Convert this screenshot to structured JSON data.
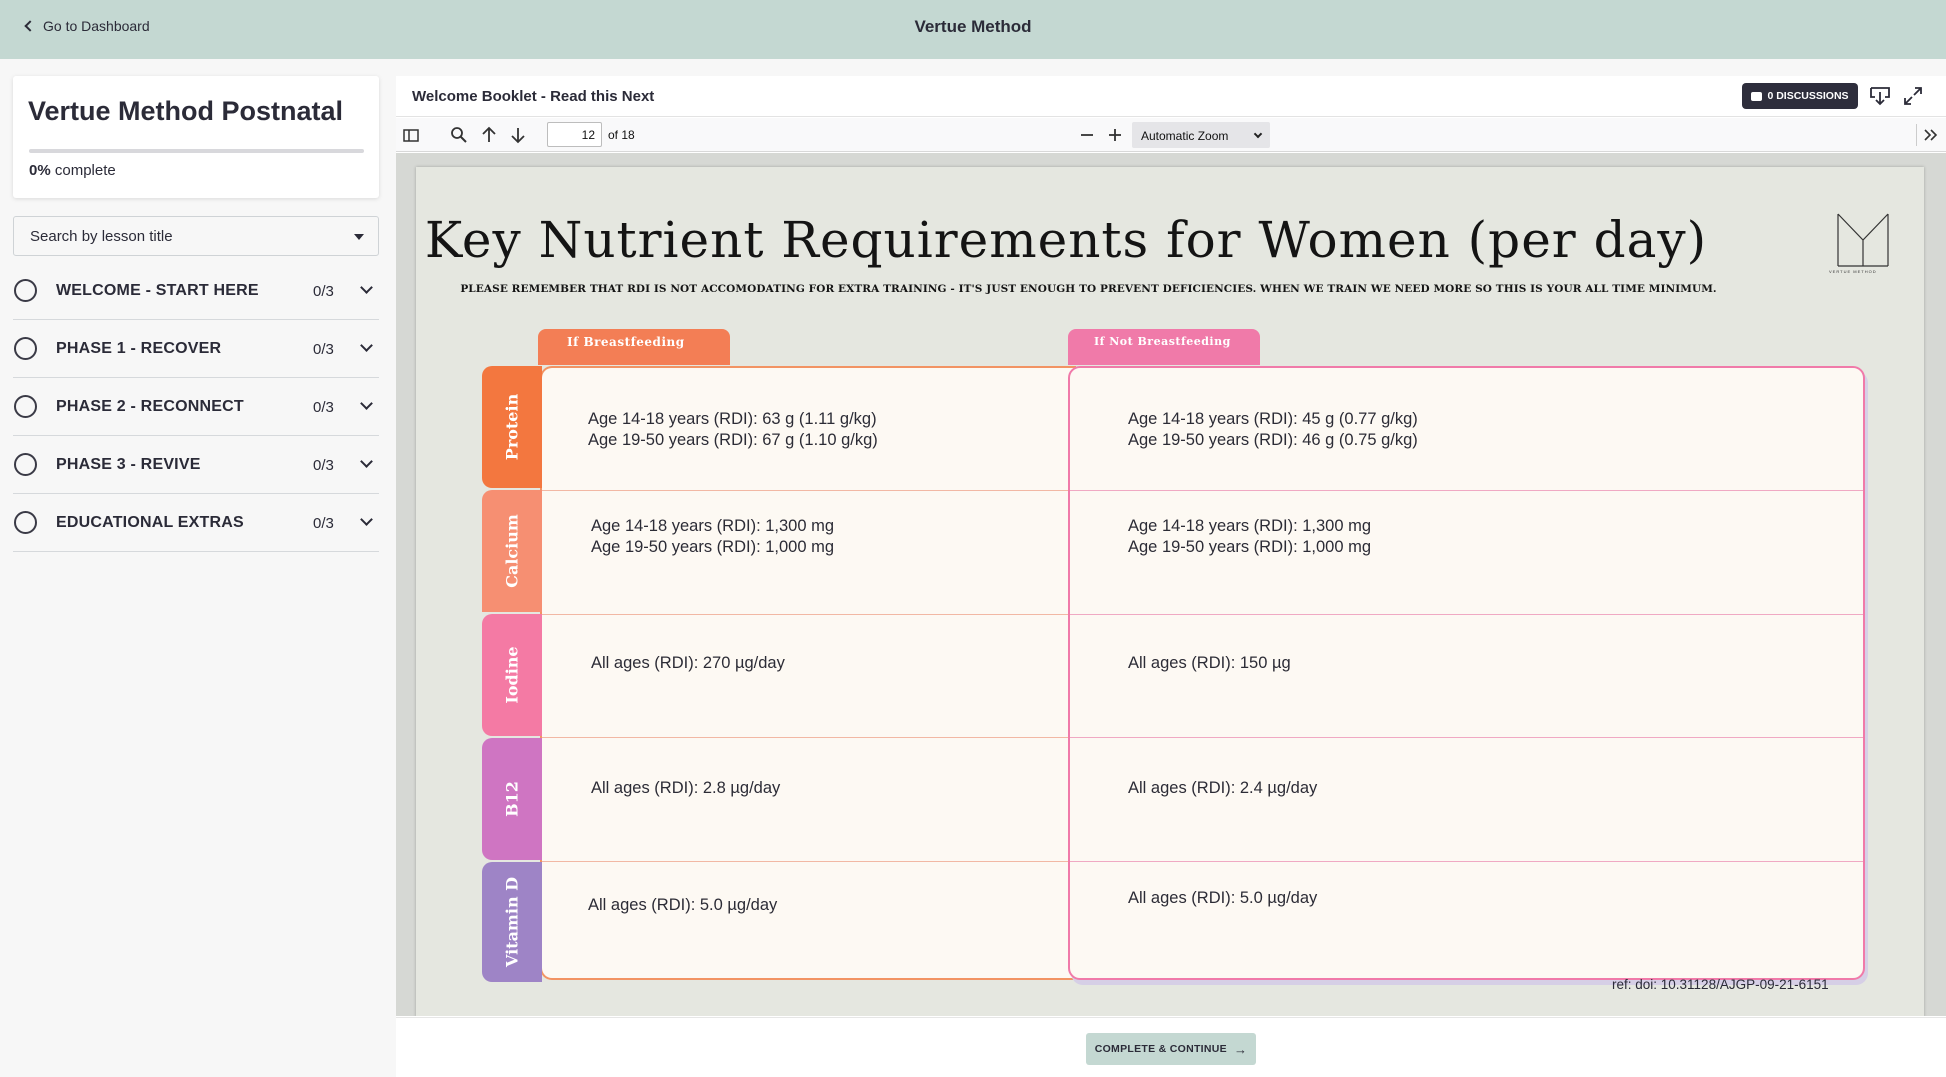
{
  "topbar": {
    "back_label": "Go to Dashboard",
    "title": "Vertue Method"
  },
  "sidebar": {
    "course_title": "Vertue Method Postnatal",
    "progress_percent": "0%",
    "progress_suffix": "complete",
    "progress_value": 0,
    "search_placeholder": "Search by lesson title",
    "modules": [
      {
        "label": "WELCOME - START HERE",
        "count": "0/3"
      },
      {
        "label": "PHASE 1 - RECOVER",
        "count": "0/3"
      },
      {
        "label": "PHASE 2 - RECONNECT",
        "count": "0/3"
      },
      {
        "label": "PHASE 3 - REVIVE",
        "count": "0/3"
      },
      {
        "label": "EDUCATIONAL EXTRAS",
        "count": "0/3"
      }
    ]
  },
  "viewer": {
    "doc_title": "Welcome Booklet - Read this Next",
    "discussions_label": "0 DISCUSSIONS",
    "toolbar": {
      "page_number": "12",
      "page_of": "of 18",
      "zoom": "Automatic Zoom"
    },
    "complete_label": "COMPLETE & CONTINUE"
  },
  "pdf": {
    "title": "Key Nutrient Requirements for Women (per day)",
    "subtitle": "PLEASE REMEMBER THAT RDI IS NOT ACCOMODATING FOR EXTRA TRAINING - IT'S JUST ENOUGH TO PREVENT DEFICIENCIES. WHEN WE TRAIN WE NEED MORE SO THIS IS YOUR ALL TIME MINIMUM.",
    "logo_text": "VERTUE METHOD",
    "tab_breastfeeding": "If Breastfeeding",
    "tab_not_breastfeeding": "If Not Breastfeeding",
    "nutrients": [
      {
        "name": "Protein",
        "color": "#f3773f",
        "bf": [
          "Age 14-18 years (RDI): 63 g (1.11 g/kg)",
          "Age 19-50 years (RDI): 67 g (1.10 g/kg)"
        ],
        "nbf": [
          "Age 14-18 years (RDI): 45 g (0.77 g/kg)",
          "Age 19-50 years (RDI): 46 g (0.75 g/kg)"
        ]
      },
      {
        "name": "Calcium",
        "color": "#f68f72",
        "bf": [
          "Age 14-18 years (RDI): 1,300 mg",
          "Age 19-50 years (RDI): 1,000 mg"
        ],
        "nbf": [
          "Age 14-18 years (RDI): 1,300 mg",
          "Age 19-50 years (RDI): 1,000 mg"
        ]
      },
      {
        "name": "Iodine",
        "color": "#f47aa4",
        "bf": [
          "All ages (RDI): 270 µg/day"
        ],
        "nbf": [
          "All ages (RDI): 150 µg"
        ]
      },
      {
        "name": "B12",
        "color": "#cf75c2",
        "bf": [
          "All ages (RDI): 2.8 µg/day"
        ],
        "nbf": [
          "All ages (RDI): 2.4 µg/day"
        ]
      },
      {
        "name": "Vitamin D",
        "color": "#9e84c6",
        "bf": [
          "All ages (RDI): 5.0 µg/day"
        ],
        "nbf": [
          "All ages (RDI): 5.0 µg/day"
        ]
      }
    ],
    "reference": "ref: doi: 10.31128/AJGP-09-21-6151"
  }
}
